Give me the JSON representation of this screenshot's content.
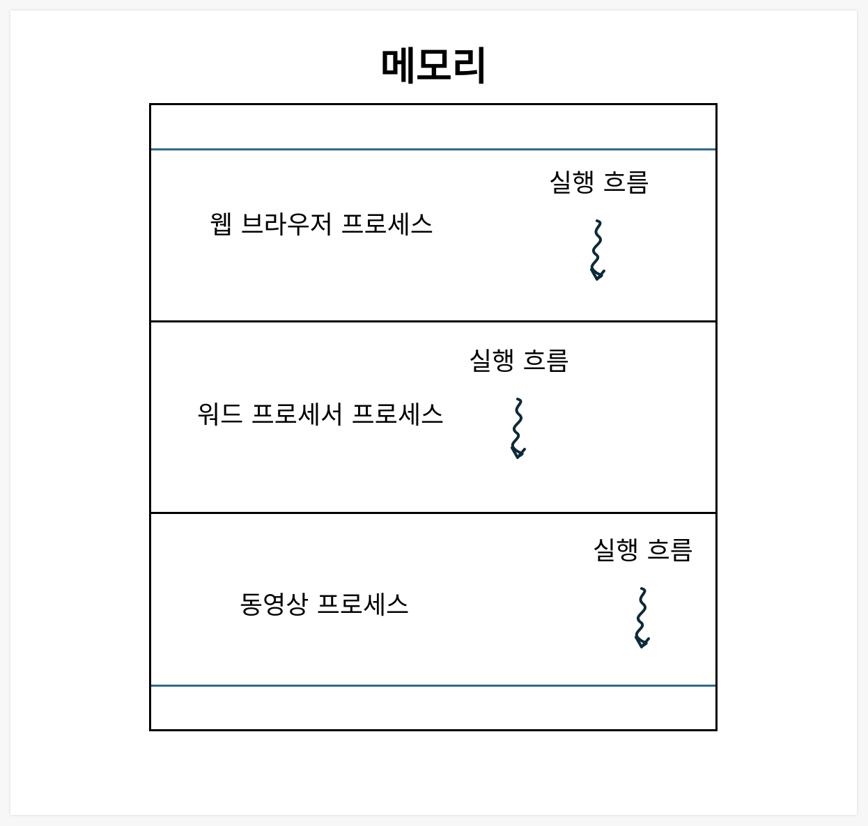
{
  "diagram": {
    "title": "메모리",
    "processes": [
      {
        "name": "웹 브라우저 프로세스",
        "thread_label": "실행 흐름",
        "thread_icon": "squiggle-arrow-icon"
      },
      {
        "name": "워드 프로세서 프로세스",
        "thread_label": "실행 흐름",
        "thread_icon": "squiggle-arrow-icon"
      },
      {
        "name": "동영상 프로세스",
        "thread_label": "실행 흐름",
        "thread_icon": "squiggle-arrow-icon"
      }
    ],
    "colors": {
      "boundary_line": "#2f6a86",
      "box_border": "#000000",
      "squiggle": "#0d2a38"
    }
  }
}
